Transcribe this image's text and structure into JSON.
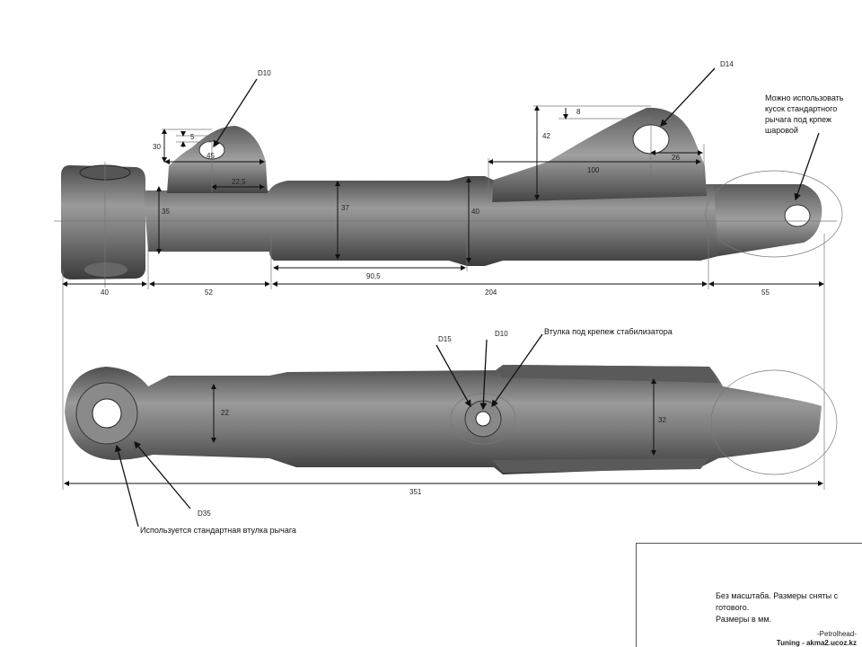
{
  "labels": {
    "d10_top": "D10",
    "d14": "D14",
    "d15": "D15",
    "d10_bottom": "D10",
    "d35": "D35",
    "note_ball_joint": [
      "Можно использовать",
      "кусок стандартного",
      "рычага под крпеж",
      "шаровой"
    ],
    "note_stabilizer": "Втулка под крепеж стабилизатора",
    "note_bushing": "Используется стандартная втулка рычага"
  },
  "dimensions": {
    "d_30": "30",
    "d_5": "5",
    "d_45": "45",
    "d_22_5": "22,5",
    "d_35": "35",
    "d_37": "37",
    "d_40_center": "40",
    "d_42": "42",
    "d_8": "8",
    "d_100": "100",
    "d_26": "26",
    "d_90_5": "90,5",
    "d_40": "40",
    "d_52": "52",
    "d_204": "204",
    "d_55": "55",
    "d_22": "22",
    "d_32": "32",
    "d_351": "351"
  },
  "title_block": {
    "notes": [
      "Без масштаба. Размеры сняты с",
      "готового.",
      "Размеры в мм."
    ],
    "author": "-Petrolhead-",
    "site": "Tuning - akma2.ucoz.kz"
  }
}
